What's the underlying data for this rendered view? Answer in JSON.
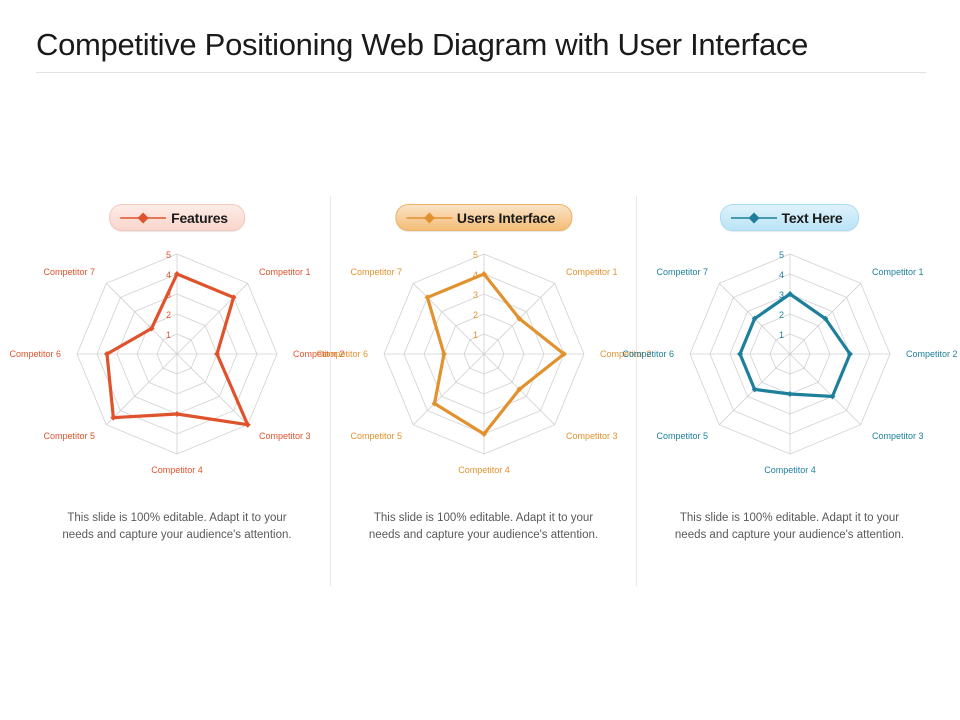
{
  "slide": {
    "title": "Competitive Positioning Web Diagram with User Interface",
    "background": "#ffffff"
  },
  "axis": {
    "tick_labels": [
      "1",
      "2",
      "3",
      "4",
      "5"
    ],
    "max": 5,
    "rings": 5,
    "spokes": 8,
    "grid_color": "#c9c9c9"
  },
  "panels": [
    {
      "legend_label": "Features",
      "color": "#e0522c",
      "badge_style": "badge-0",
      "caption": "This slide is 100% editable.  Adapt it to your needs and capture your audience's attention.",
      "spoke_labels": [
        "",
        "Competitor 1",
        "Competitor 2",
        "Competitor 3",
        "Competitor 4",
        "Competitor 5",
        "Competitor 6",
        "Competitor 7"
      ],
      "label_clip": [
        "",
        "",
        "Competitor 2",
        "",
        "",
        "",
        "",
        ""
      ],
      "chart_data": {
        "type": "radar",
        "title": "Features",
        "categories": [
          "",
          "Competitor 1",
          "Competitor 2",
          "Competitor 3",
          "Competitor 4",
          "Competitor 5",
          "Competitor 6",
          "Competitor 7"
        ],
        "values": [
          4,
          4,
          2,
          5,
          3,
          4.5,
          3.5,
          1.8
        ],
        "ylim": [
          0,
          5
        ],
        "grid": true,
        "legend": "top-center"
      }
    },
    {
      "legend_label": "Users Interface",
      "color": "#e1922f",
      "badge_style": "badge-1",
      "caption": "This slide is 100% editable.  Adapt it to your needs and capture your audience's attention.",
      "spoke_labels": [
        "",
        "Competitor 1",
        "Competitor 2",
        "Competitor 3",
        "Competitor 4",
        "Competitor 5",
        "Competitor 6",
        "Competitor 7"
      ],
      "label_clip": [
        "",
        "",
        "",
        "",
        "",
        "",
        "",
        ""
      ],
      "chart_data": {
        "type": "radar",
        "title": "Users Interface",
        "categories": [
          "",
          "Competitor 1",
          "Competitor 2",
          "Competitor 3",
          "Competitor 4",
          "Competitor 5",
          "Competitor 6",
          "Competitor 7"
        ],
        "values": [
          4,
          2.5,
          4,
          2.5,
          4,
          3.5,
          2,
          4
        ],
        "ylim": [
          0,
          5
        ],
        "grid": true,
        "legend": "top-center"
      }
    },
    {
      "legend_label": "Text Here",
      "color": "#1d7f9c",
      "badge_style": "badge-2",
      "caption": "This slide is 100% editable.  Adapt it to your needs and capture your audience's attention.",
      "spoke_labels": [
        "",
        "Competitor 1",
        "Competitor 2",
        "Competitor 3",
        "Competitor 4",
        "Competitor 5",
        "Competitor 6",
        "Competitor 7"
      ],
      "label_clip": [
        "",
        "",
        "",
        "",
        "",
        "",
        "",
        ""
      ],
      "chart_data": {
        "type": "radar",
        "title": "Text Here",
        "categories": [
          "",
          "Competitor 1",
          "Competitor 2",
          "Competitor 3",
          "Competitor 4",
          "Competitor 5",
          "Competitor 6",
          "Competitor 7"
        ],
        "values": [
          3,
          2.5,
          3,
          3,
          2,
          2.5,
          2.5,
          2.5
        ],
        "ylim": [
          0,
          5
        ],
        "grid": true,
        "legend": "top-center"
      }
    }
  ]
}
